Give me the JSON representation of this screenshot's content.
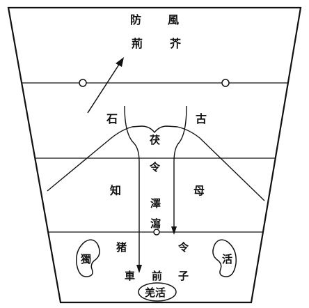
{
  "diagram": {
    "labels": {
      "fang": "防",
      "feng": "風",
      "jing": "荊",
      "jie": "芥",
      "shi": "石",
      "gu": "古",
      "fu": "茯",
      "ling": "令",
      "zhi": "知",
      "mu": "母",
      "ze": "澤",
      "xie": "瀉",
      "zhu": "猪",
      "ling2": "令",
      "du": "獨",
      "huo": "活",
      "che": "車",
      "qian": "前",
      "zi": "子",
      "qiang_huo": "羌活"
    },
    "colors": {
      "ink": "#111111",
      "background": "#ffffff"
    }
  }
}
